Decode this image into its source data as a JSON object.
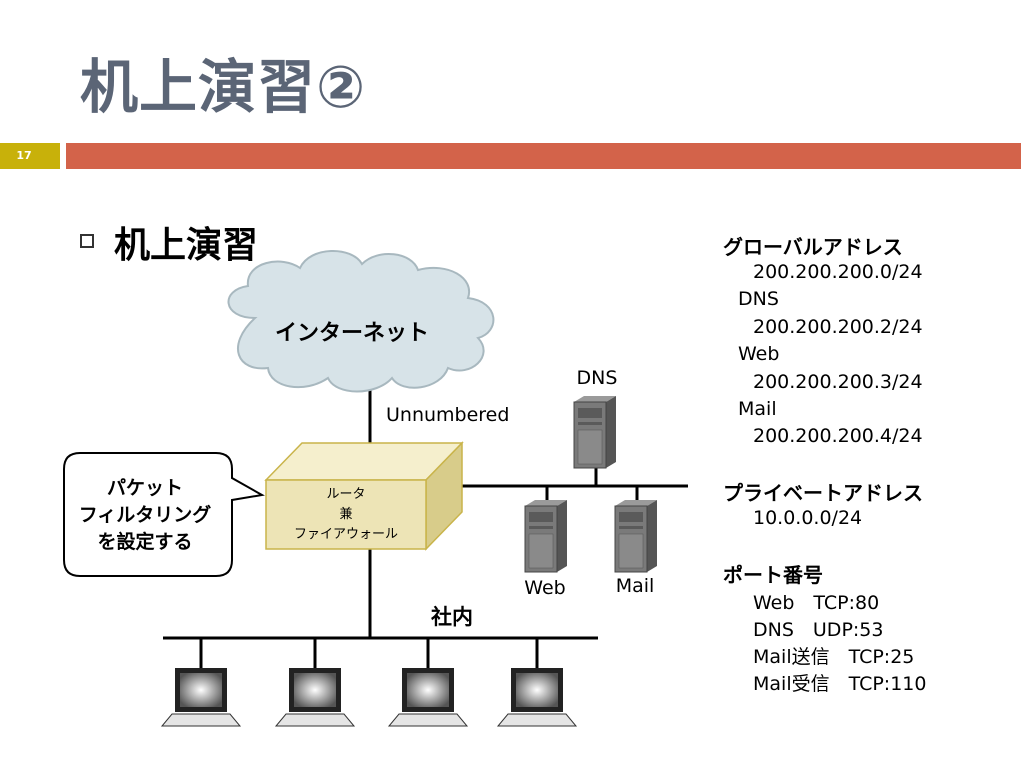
{
  "slide": {
    "title": "机上演習②",
    "number": "17",
    "bullet": "机上演習"
  },
  "diagram": {
    "cloud_label": "インターネット",
    "unnumbered_label": "Unnumbered",
    "dns_label": "DNS",
    "web_label": "Web",
    "mail_label": "Mail",
    "lan_label": "社内",
    "router_lines": [
      "ルータ",
      "兼",
      "ファイアウォール"
    ],
    "callout_lines": [
      "パケット",
      "フィルタリング",
      "を設定する"
    ]
  },
  "side": {
    "global_heading": "グローバルアドレス",
    "global_net": "200.200.200.0/24",
    "dns_label": "DNS",
    "dns_addr": "200.200.200.2/24",
    "web_label": "Web",
    "web_addr": "200.200.200.3/24",
    "mail_label": "Mail",
    "mail_addr": "200.200.200.4/24",
    "private_heading": "プライベートアドレス",
    "private_net": "10.0.0.0/24",
    "port_heading": "ポート番号",
    "port_web": "Web　TCP:80",
    "port_dns": "DNS　UDP:53",
    "port_mail_send": "Mail送信　TCP:25",
    "port_mail_recv": "Mail受信　TCP:110"
  },
  "colors": {
    "title": "#5b6576",
    "number_box": "#c8b10a",
    "title_bar": "#d3634a",
    "cloud": "#d7e3e8",
    "router_face": "#ede4b6",
    "router_border": "#c9b44a"
  }
}
